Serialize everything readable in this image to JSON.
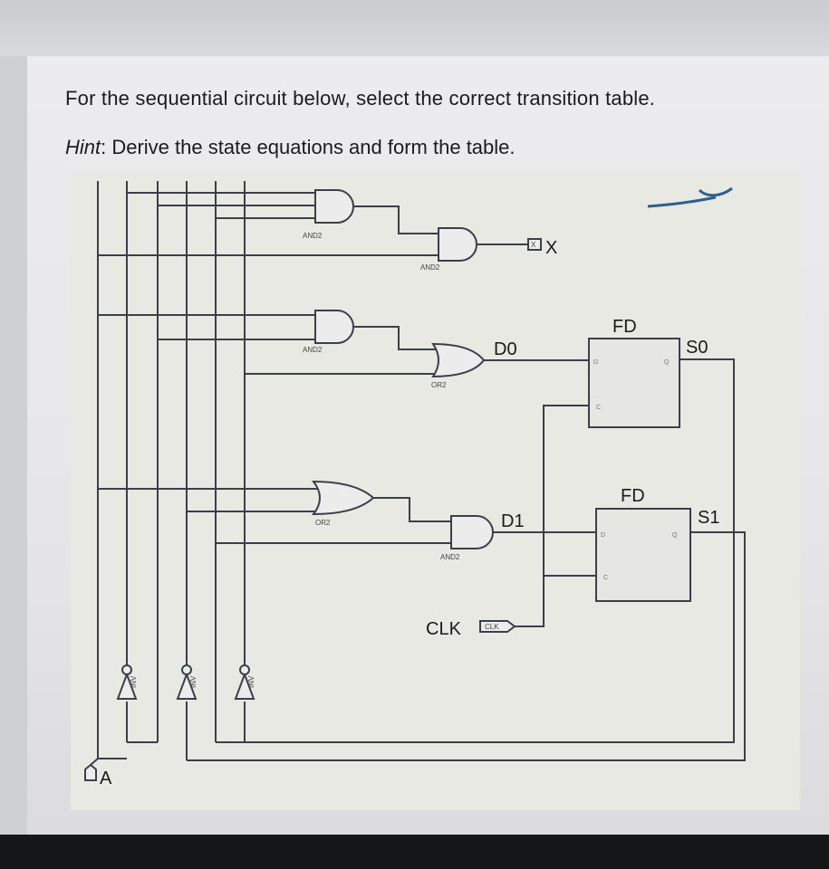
{
  "question": {
    "text": "For the sequential circuit below, select the correct transition table.",
    "hint_label": "Hint",
    "hint_text": ": Derive the state equations and form the table."
  },
  "circuit": {
    "input_label": "A",
    "output_label": "X",
    "clock_label": "CLK",
    "clock_port": "CLK",
    "output_port": "X",
    "d0_label": "D0",
    "d1_label": "D1",
    "s0_label": "S0",
    "s1_label": "S1",
    "ff0_label": "FD",
    "ff1_label": "FD",
    "gates": {
      "and_top": "AND2",
      "and_out": "AND2",
      "and_mid": "AND2",
      "or_d0": "OR2",
      "or_low": "OR2",
      "and_d1": "AND2",
      "inv": "INV"
    },
    "ff_pins": {
      "d": "D",
      "q": "Q",
      "c": "C"
    }
  }
}
